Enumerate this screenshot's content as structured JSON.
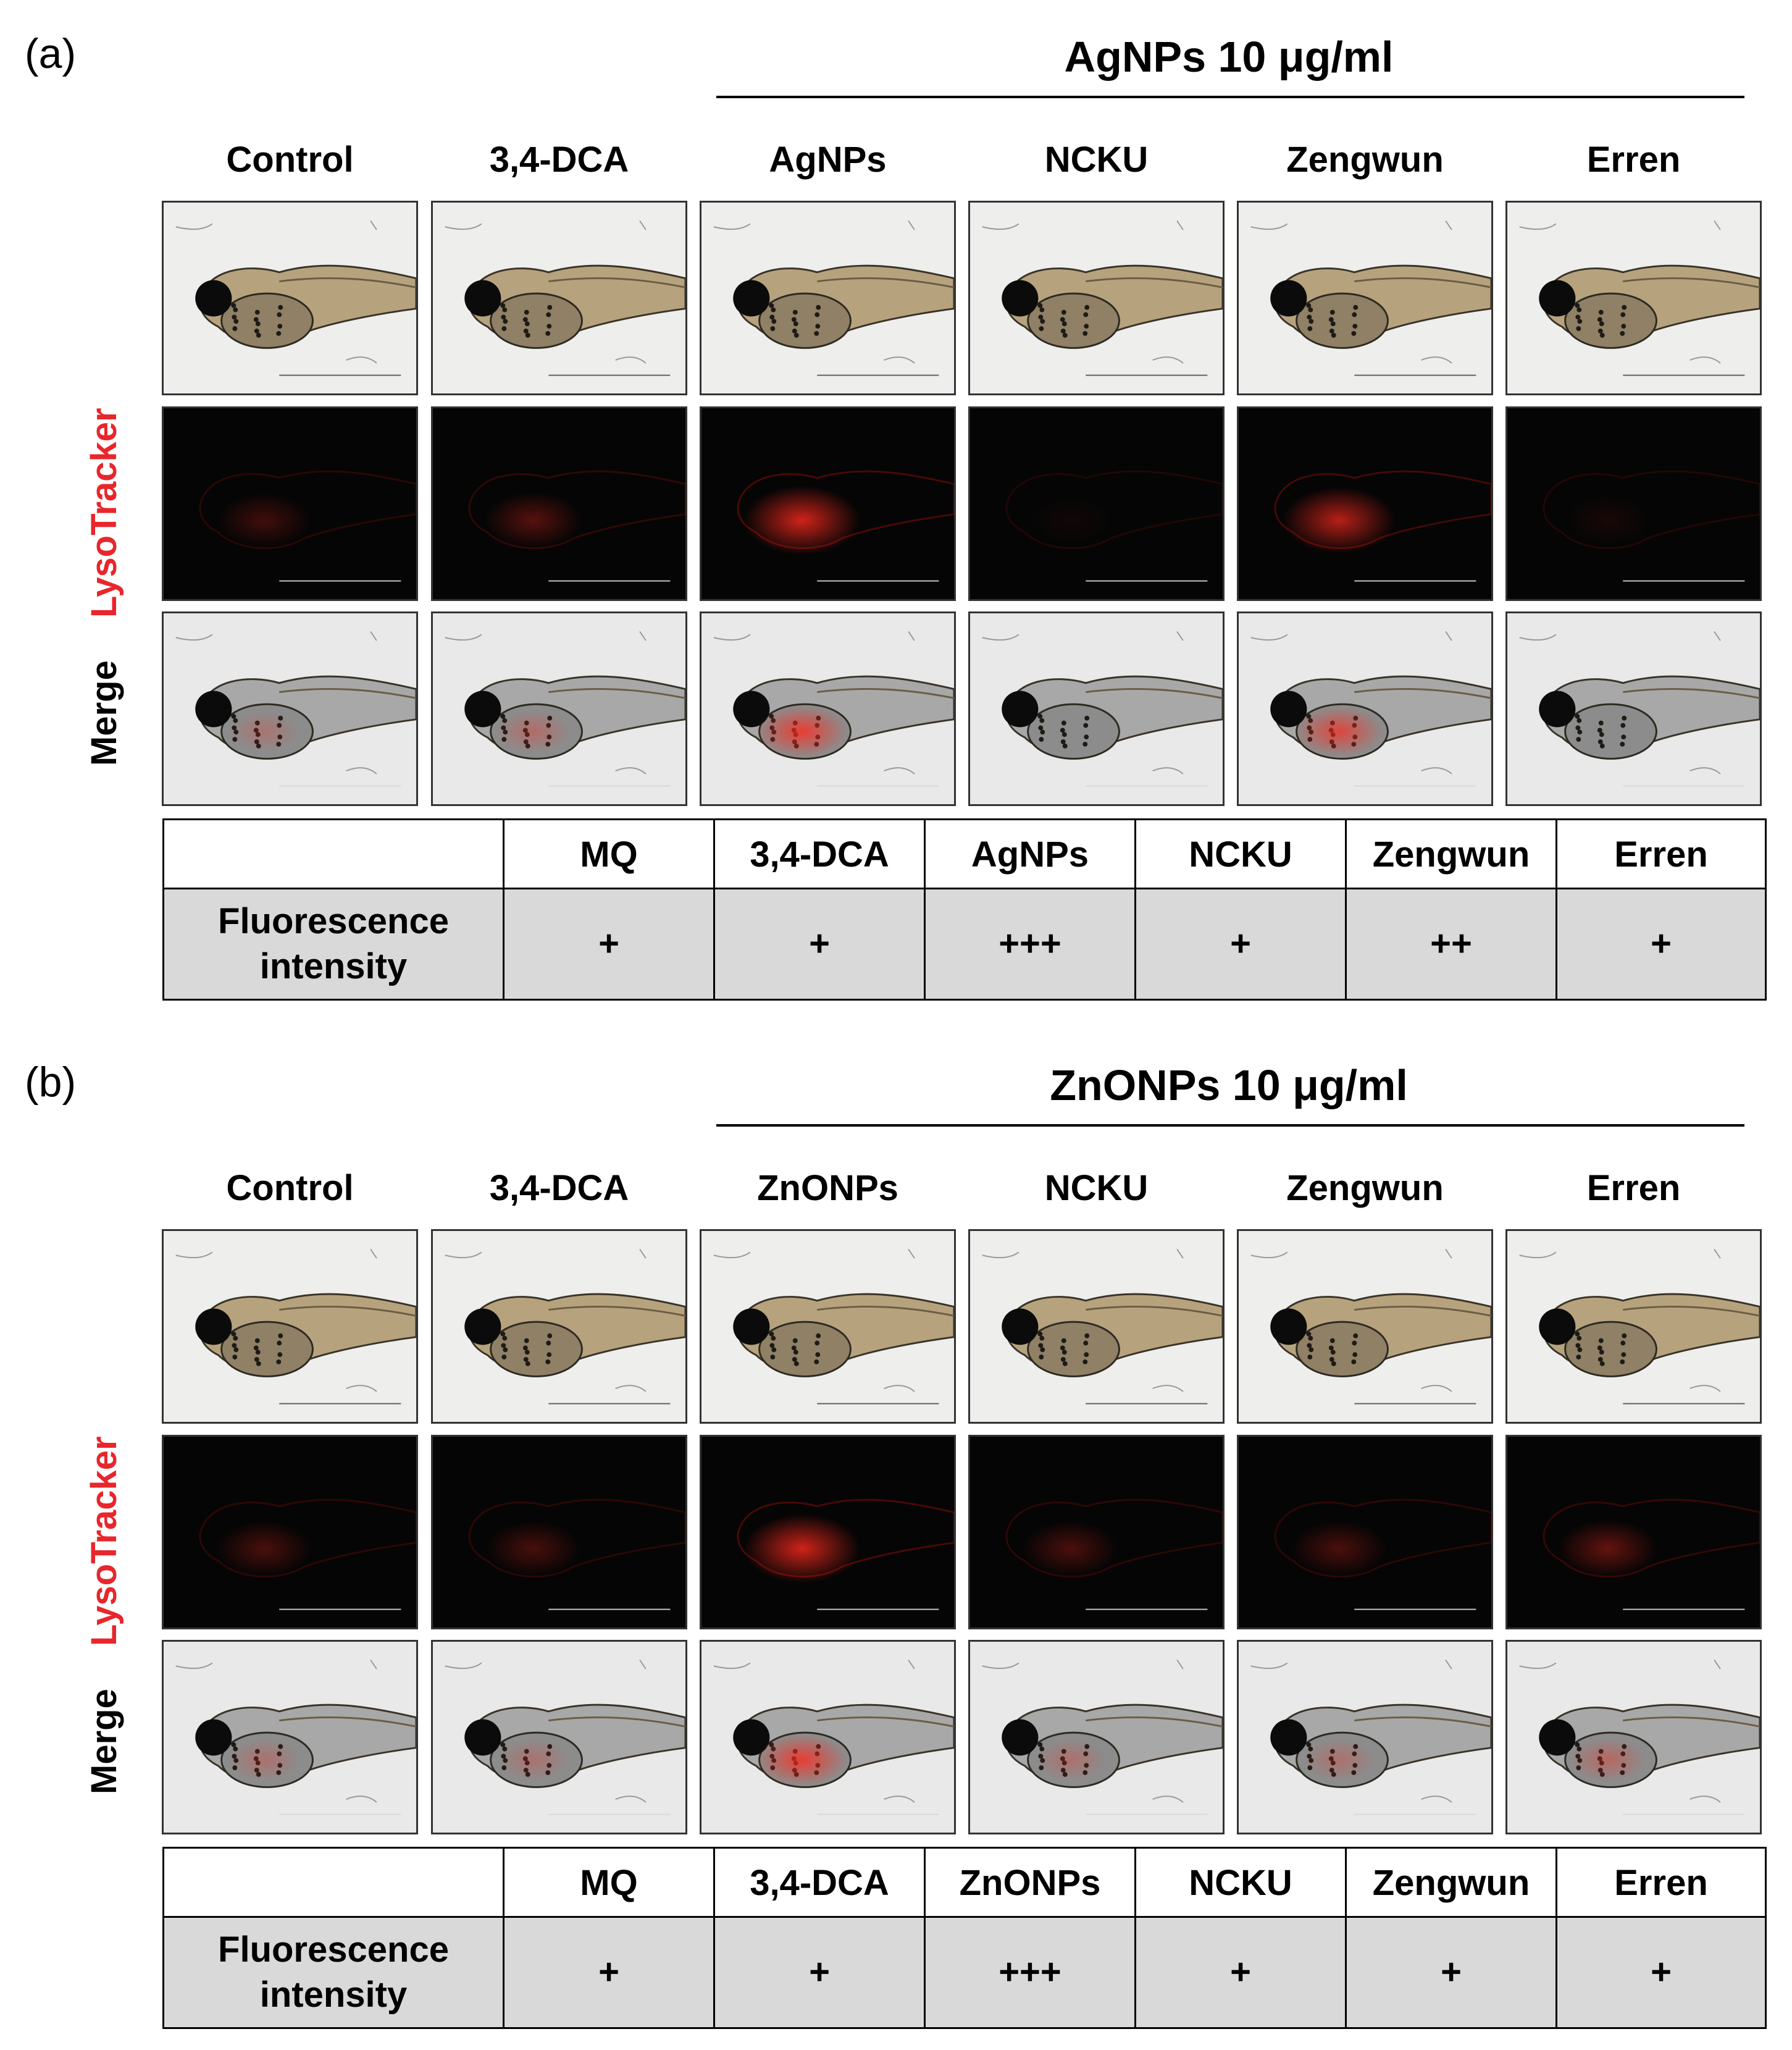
{
  "panels": [
    {
      "letter": "(a)",
      "concentration_label": "AgNPs 10 μg/ml",
      "columns": [
        "Control",
        "3,4-DCA",
        "AgNPs",
        "NCKU",
        "Zengwun",
        "Erren"
      ],
      "rows": [
        "LysoTracker",
        "Merge"
      ],
      "row_label_colors": {
        "LysoTracker": "#e8262b",
        "Merge": "#000000"
      },
      "table": {
        "header": [
          "",
          "MQ",
          "3,4-DCA",
          "AgNPs",
          "NCKU",
          "Zengwun",
          "Erren"
        ],
        "row_label": "Fluorescence intensity",
        "values": [
          "+",
          "+",
          "+++",
          "+",
          "++",
          "+"
        ]
      }
    },
    {
      "letter": "(b)",
      "concentration_label": "ZnONPs 10 μg/ml",
      "columns": [
        "Control",
        "3,4-DCA",
        "ZnONPs",
        "NCKU",
        "Zengwun",
        "Erren"
      ],
      "rows": [
        "LysoTracker",
        "Merge"
      ],
      "row_label_colors": {
        "LysoTracker": "#e8262b",
        "Merge": "#000000"
      },
      "table": {
        "header": [
          "",
          "MQ",
          "3,4-DCA",
          "ZnONPs",
          "NCKU",
          "Zengwun",
          "Erren"
        ],
        "row_label": "Fluorescence intensity",
        "values": [
          "+",
          "+",
          "+++",
          "+",
          "+",
          "+"
        ]
      }
    }
  ]
}
